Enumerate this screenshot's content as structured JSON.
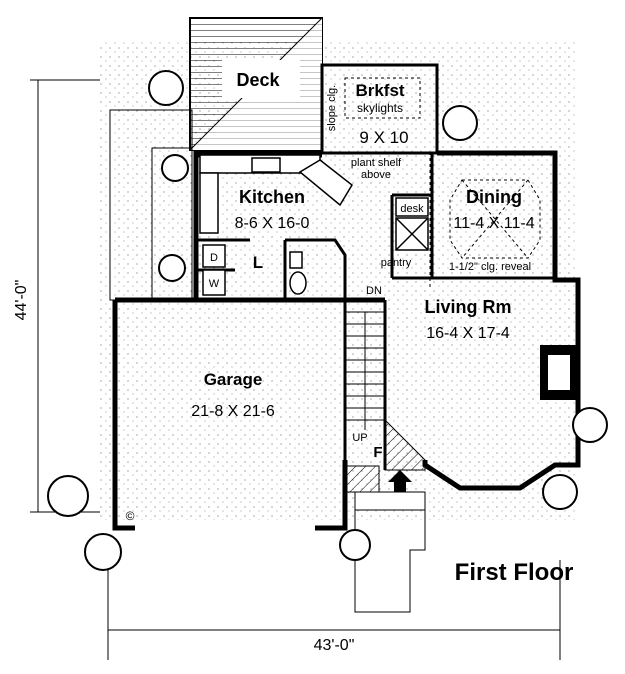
{
  "title": "First Floor",
  "dimensions": {
    "depth": "44'-0\"",
    "width": "43'-0\""
  },
  "rooms": {
    "deck": {
      "name": "Deck"
    },
    "breakfast": {
      "name": "Brkfst",
      "note": "skylights",
      "size": "9 X 10",
      "side_note": "slope clg."
    },
    "plant_shelf": {
      "line1": "plant shelf",
      "line2": "above"
    },
    "kitchen": {
      "name": "Kitchen",
      "size": "8-6 X 16-0"
    },
    "dining": {
      "name": "Dining",
      "size": "11-4 X 11-4",
      "note": "1-1/2\" clg. reveal"
    },
    "desk": {
      "name": "desk"
    },
    "pantry": {
      "name": "pantry"
    },
    "laundry": {
      "name": "L",
      "dryer": "D",
      "washer": "W"
    },
    "living": {
      "name": "Living Rm",
      "size": "16-4 X 17-4"
    },
    "garage": {
      "name": "Garage",
      "size": "21-8 X 21-6"
    },
    "stairs": {
      "down": "DN",
      "up": "UP"
    },
    "foyer": {
      "name": "F"
    }
  },
  "copyright": "©",
  "colors": {
    "ink": "#000000",
    "paper": "#ffffff"
  }
}
